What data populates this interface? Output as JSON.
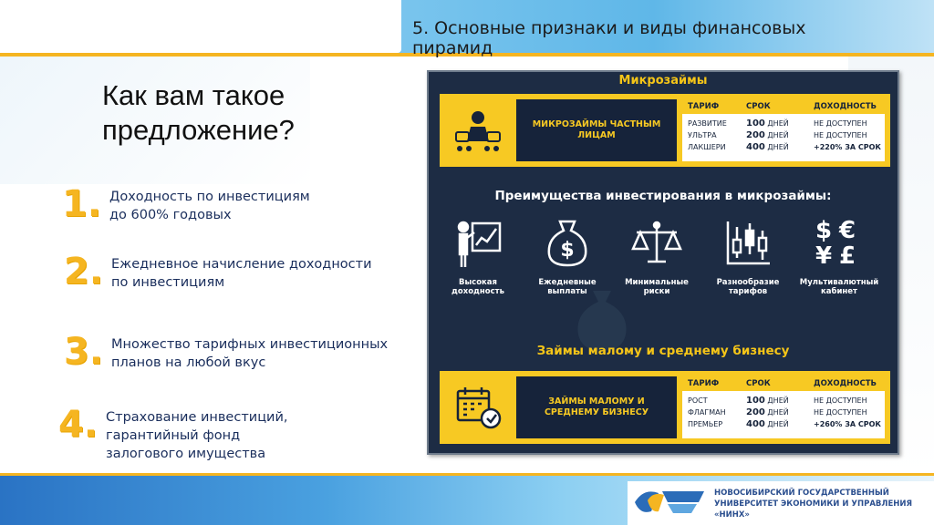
{
  "header": {
    "section_title": "5. Основные признаки и виды финансовых пирамид"
  },
  "question": "Как вам такое предложение?",
  "list": [
    {
      "num": "1.",
      "text": "Доходность по инвестициям до 600% годовых"
    },
    {
      "num": "2.",
      "text": "Ежедневное начисление доходности по инвестициям"
    },
    {
      "num": "3.",
      "text": "Множество тарифных инвестиционных планов на любой вкус"
    },
    {
      "num": "4.",
      "text": "Страхование инвестиций, гарантийный фонд залогового имущества"
    }
  ],
  "infographic": {
    "title": "Микрозаймы",
    "block1": {
      "label": "МИКРОЗАЙМЫ ЧАСТНЫМ ЛИЦАМ",
      "headers": [
        "ТАРИФ",
        "СРОК",
        "ДОХОДНОСТЬ"
      ],
      "rows": [
        {
          "tariff": "РАЗВИТИЕ",
          "term_num": "100",
          "term_unit": "ДНЕЙ",
          "yield": "НЕ ДОСТУПЕН"
        },
        {
          "tariff": "УЛЬТРА",
          "term_num": "200",
          "term_unit": "ДНЕЙ",
          "yield": "НЕ ДОСТУПЕН"
        },
        {
          "tariff": "ЛАКШЕРИ",
          "term_num": "400",
          "term_unit": "ДНЕЙ",
          "yield": "+220% ЗА СРОК"
        }
      ]
    },
    "advantages_title": "Преимущества инвестирования в микрозаймы:",
    "advantages": [
      {
        "icon": "presentation-chart-icon",
        "label": "Высокая доходность"
      },
      {
        "icon": "money-bag-icon",
        "label": "Ежедневные выплаты"
      },
      {
        "icon": "scales-icon",
        "label": "Минимальные риски"
      },
      {
        "icon": "candlestick-chart-icon",
        "label": "Разнообразие тарифов"
      },
      {
        "icon": "currency-symbols-icon",
        "label": "Мультивалютный кабинет"
      }
    ],
    "sme_title": "Займы малому и среднему бизнесу",
    "block2": {
      "label": "ЗАЙМЫ МАЛОМУ И СРЕДНЕМУ БИЗНЕСУ",
      "headers": [
        "ТАРИФ",
        "СРОК",
        "ДОХОДНОСТЬ"
      ],
      "rows": [
        {
          "tariff": "РОСТ",
          "term_num": "100",
          "term_unit": "ДНЕЙ",
          "yield": "НЕ ДОСТУПЕН"
        },
        {
          "tariff": "ФЛАГМАН",
          "term_num": "200",
          "term_unit": "ДНЕЙ",
          "yield": "НЕ ДОСТУПЕН"
        },
        {
          "tariff": "ПРЕМЬЕР",
          "term_num": "400",
          "term_unit": "ДНЕЙ",
          "yield": "+260% ЗА СРОК"
        }
      ]
    },
    "currency_glyphs": {
      "dollar": "$",
      "euro": "€",
      "yen": "¥",
      "pound": "£"
    }
  },
  "footer": {
    "line1": "НОВОСИБИРСКИЙ ГОСУДАРСТВЕННЫЙ",
    "line2": "УНИВЕРСИТЕТ ЭКОНОМИКИ И УПРАВЛЕНИЯ «НИНХ»"
  },
  "colors": {
    "accent_yellow": "#f7c923",
    "panel_navy": "#1d2c44",
    "list_text": "#1a2e5c"
  }
}
